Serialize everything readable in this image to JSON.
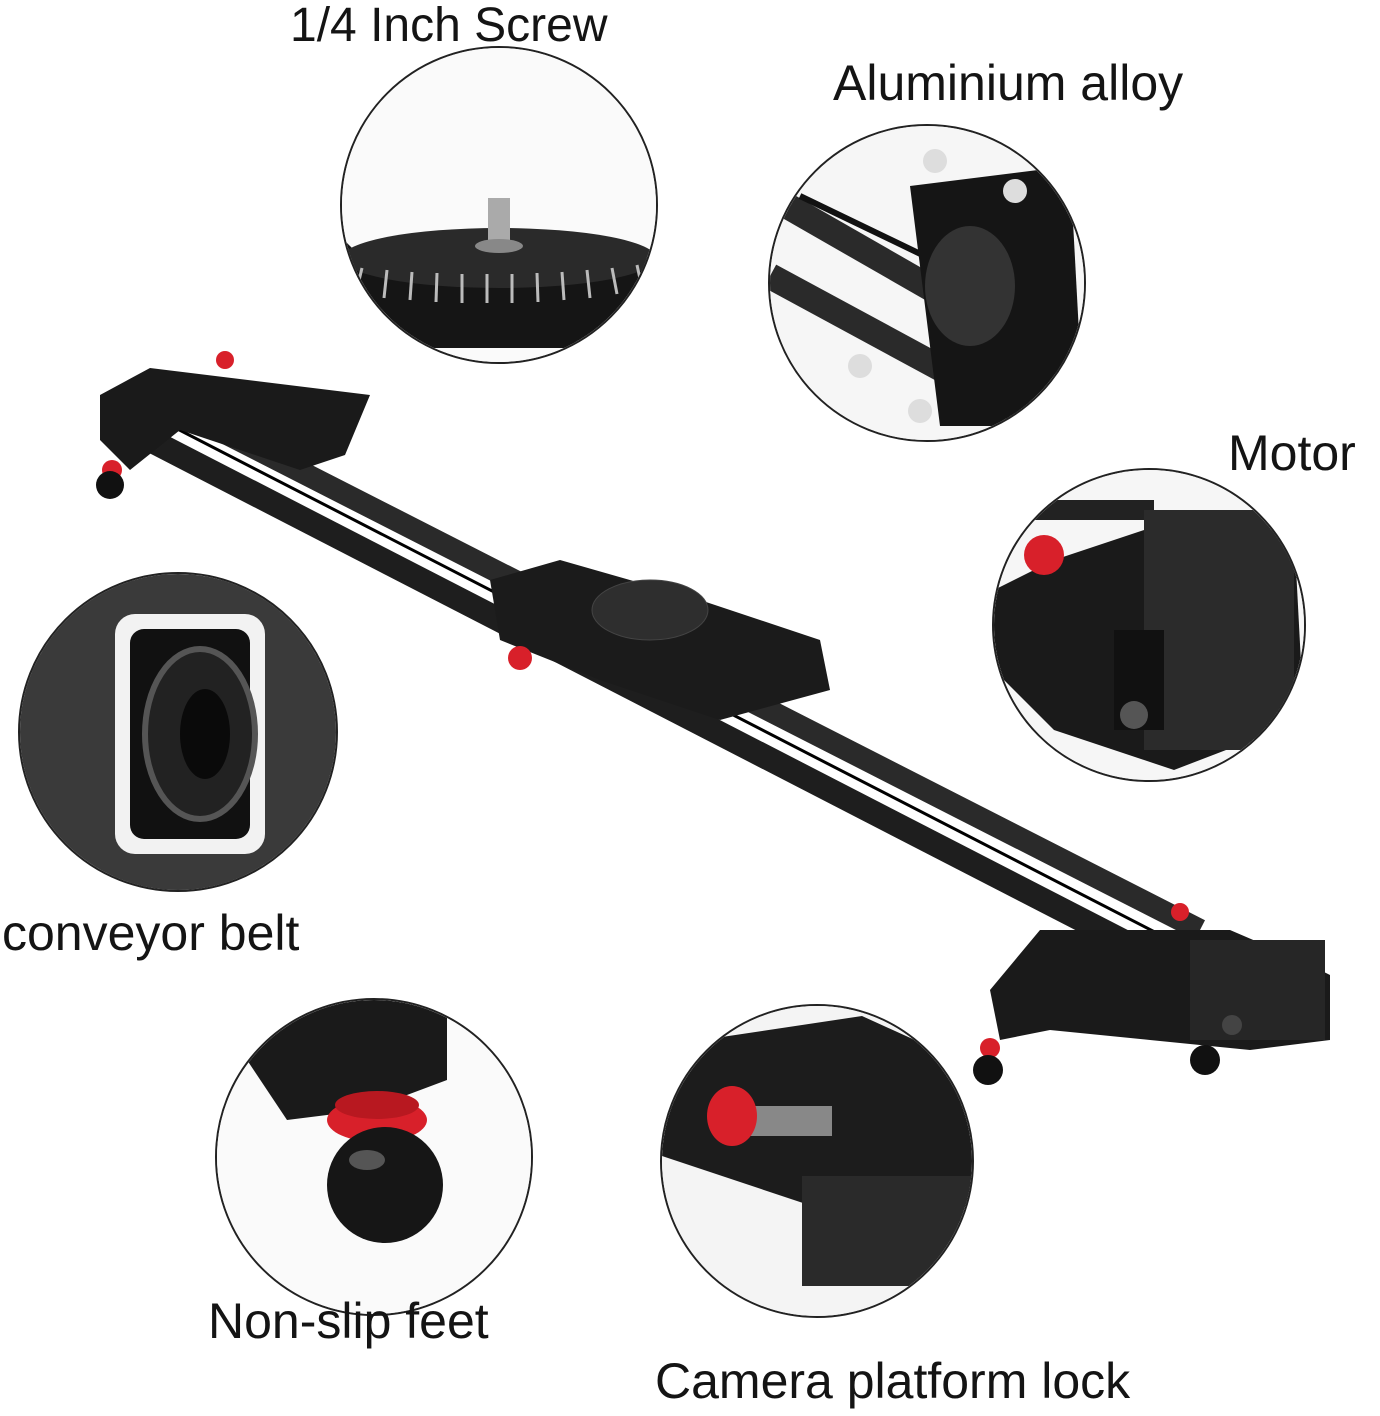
{
  "callouts": {
    "screw": "1/4 Inch Screw",
    "alloy": "Aluminium alloy",
    "motor": "Motor",
    "belt": "conveyor belt",
    "feet": "Non-slip feet",
    "lock": "Camera platform lock"
  },
  "colors": {
    "accent_red": "#d8202a",
    "body_black": "#1a1a1a",
    "carbon": "#2b2b2b"
  }
}
